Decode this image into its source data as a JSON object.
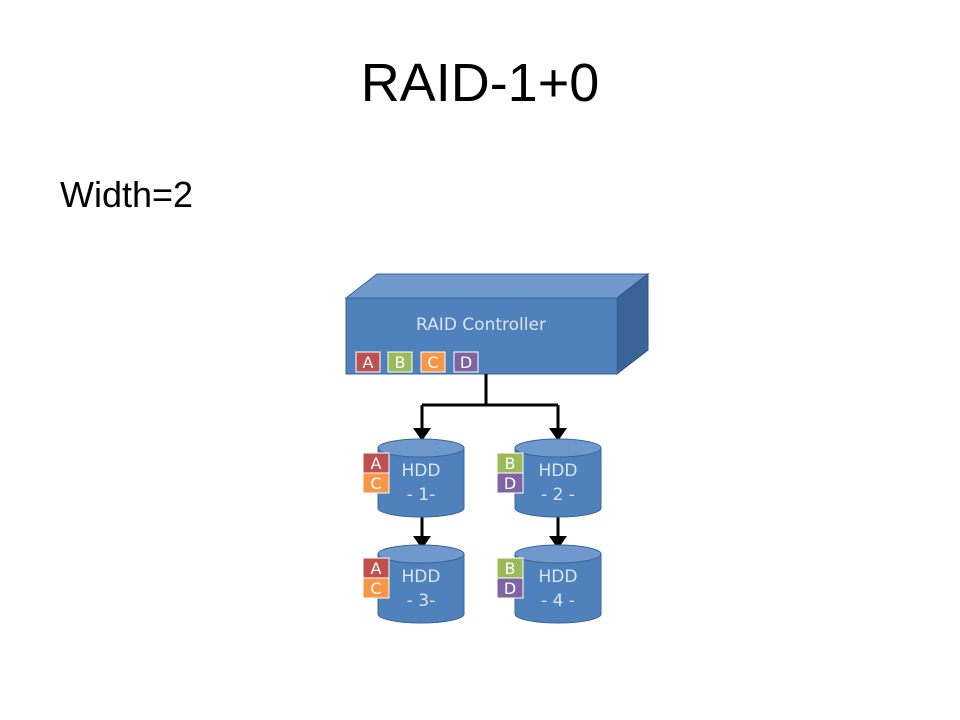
{
  "slide": {
    "title": "RAID-1+0",
    "subtitle": "Width=2"
  },
  "controller": {
    "label": "RAID Controller",
    "blocks": [
      "A",
      "B",
      "C",
      "D"
    ]
  },
  "drives": [
    {
      "name": "HDD",
      "number": "- 1-",
      "blocks": [
        "A",
        "C"
      ]
    },
    {
      "name": "HDD",
      "number": "- 2 -",
      "blocks": [
        "B",
        "D"
      ]
    },
    {
      "name": "HDD",
      "number": "- 3-",
      "blocks": [
        "A",
        "C"
      ]
    },
    {
      "name": "HDD",
      "number": "- 4 -",
      "blocks": [
        "B",
        "D"
      ]
    }
  ],
  "colors": {
    "box_front": "#4f81bd",
    "box_top": "#6f98cd",
    "box_side": "#3a6496",
    "block_A": "#c0504d",
    "block_B": "#9bbb59",
    "block_C": "#f79646",
    "block_D": "#8064a2",
    "arrow": "#000000"
  }
}
